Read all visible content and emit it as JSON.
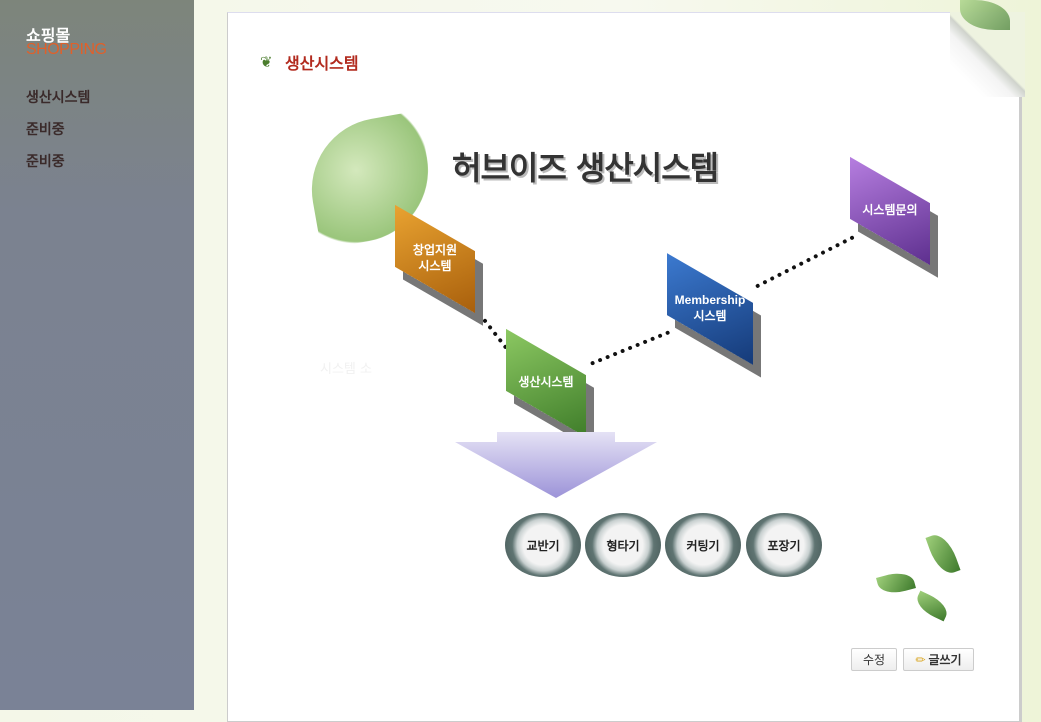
{
  "sidebar": {
    "logo_ko": "쇼핑몰",
    "logo_en": "SHOPPING",
    "items": [
      {
        "label": "생산시스템"
      },
      {
        "label": "준비중"
      },
      {
        "label": "준비중"
      }
    ]
  },
  "content": {
    "section_title": "생산시스템",
    "diagram_title": "허브이즈 생산시스템",
    "faded_text": "시스템 소",
    "boxes": [
      {
        "line1": "창업지원",
        "line2": "시스템",
        "color": "#d4891a"
      },
      {
        "line1": "생산시스템",
        "line2": "",
        "color": "#6aa845"
      },
      {
        "line1": "Membership",
        "line2": "시스템",
        "color": "#1f4f96"
      },
      {
        "line1": "시스템문의",
        "line2": "",
        "color": "#8a52b8"
      }
    ],
    "machines": [
      "교반기",
      "형타기",
      "커팅기",
      "포장기"
    ]
  },
  "actions": {
    "edit": "수정",
    "write": "글쓰기"
  }
}
